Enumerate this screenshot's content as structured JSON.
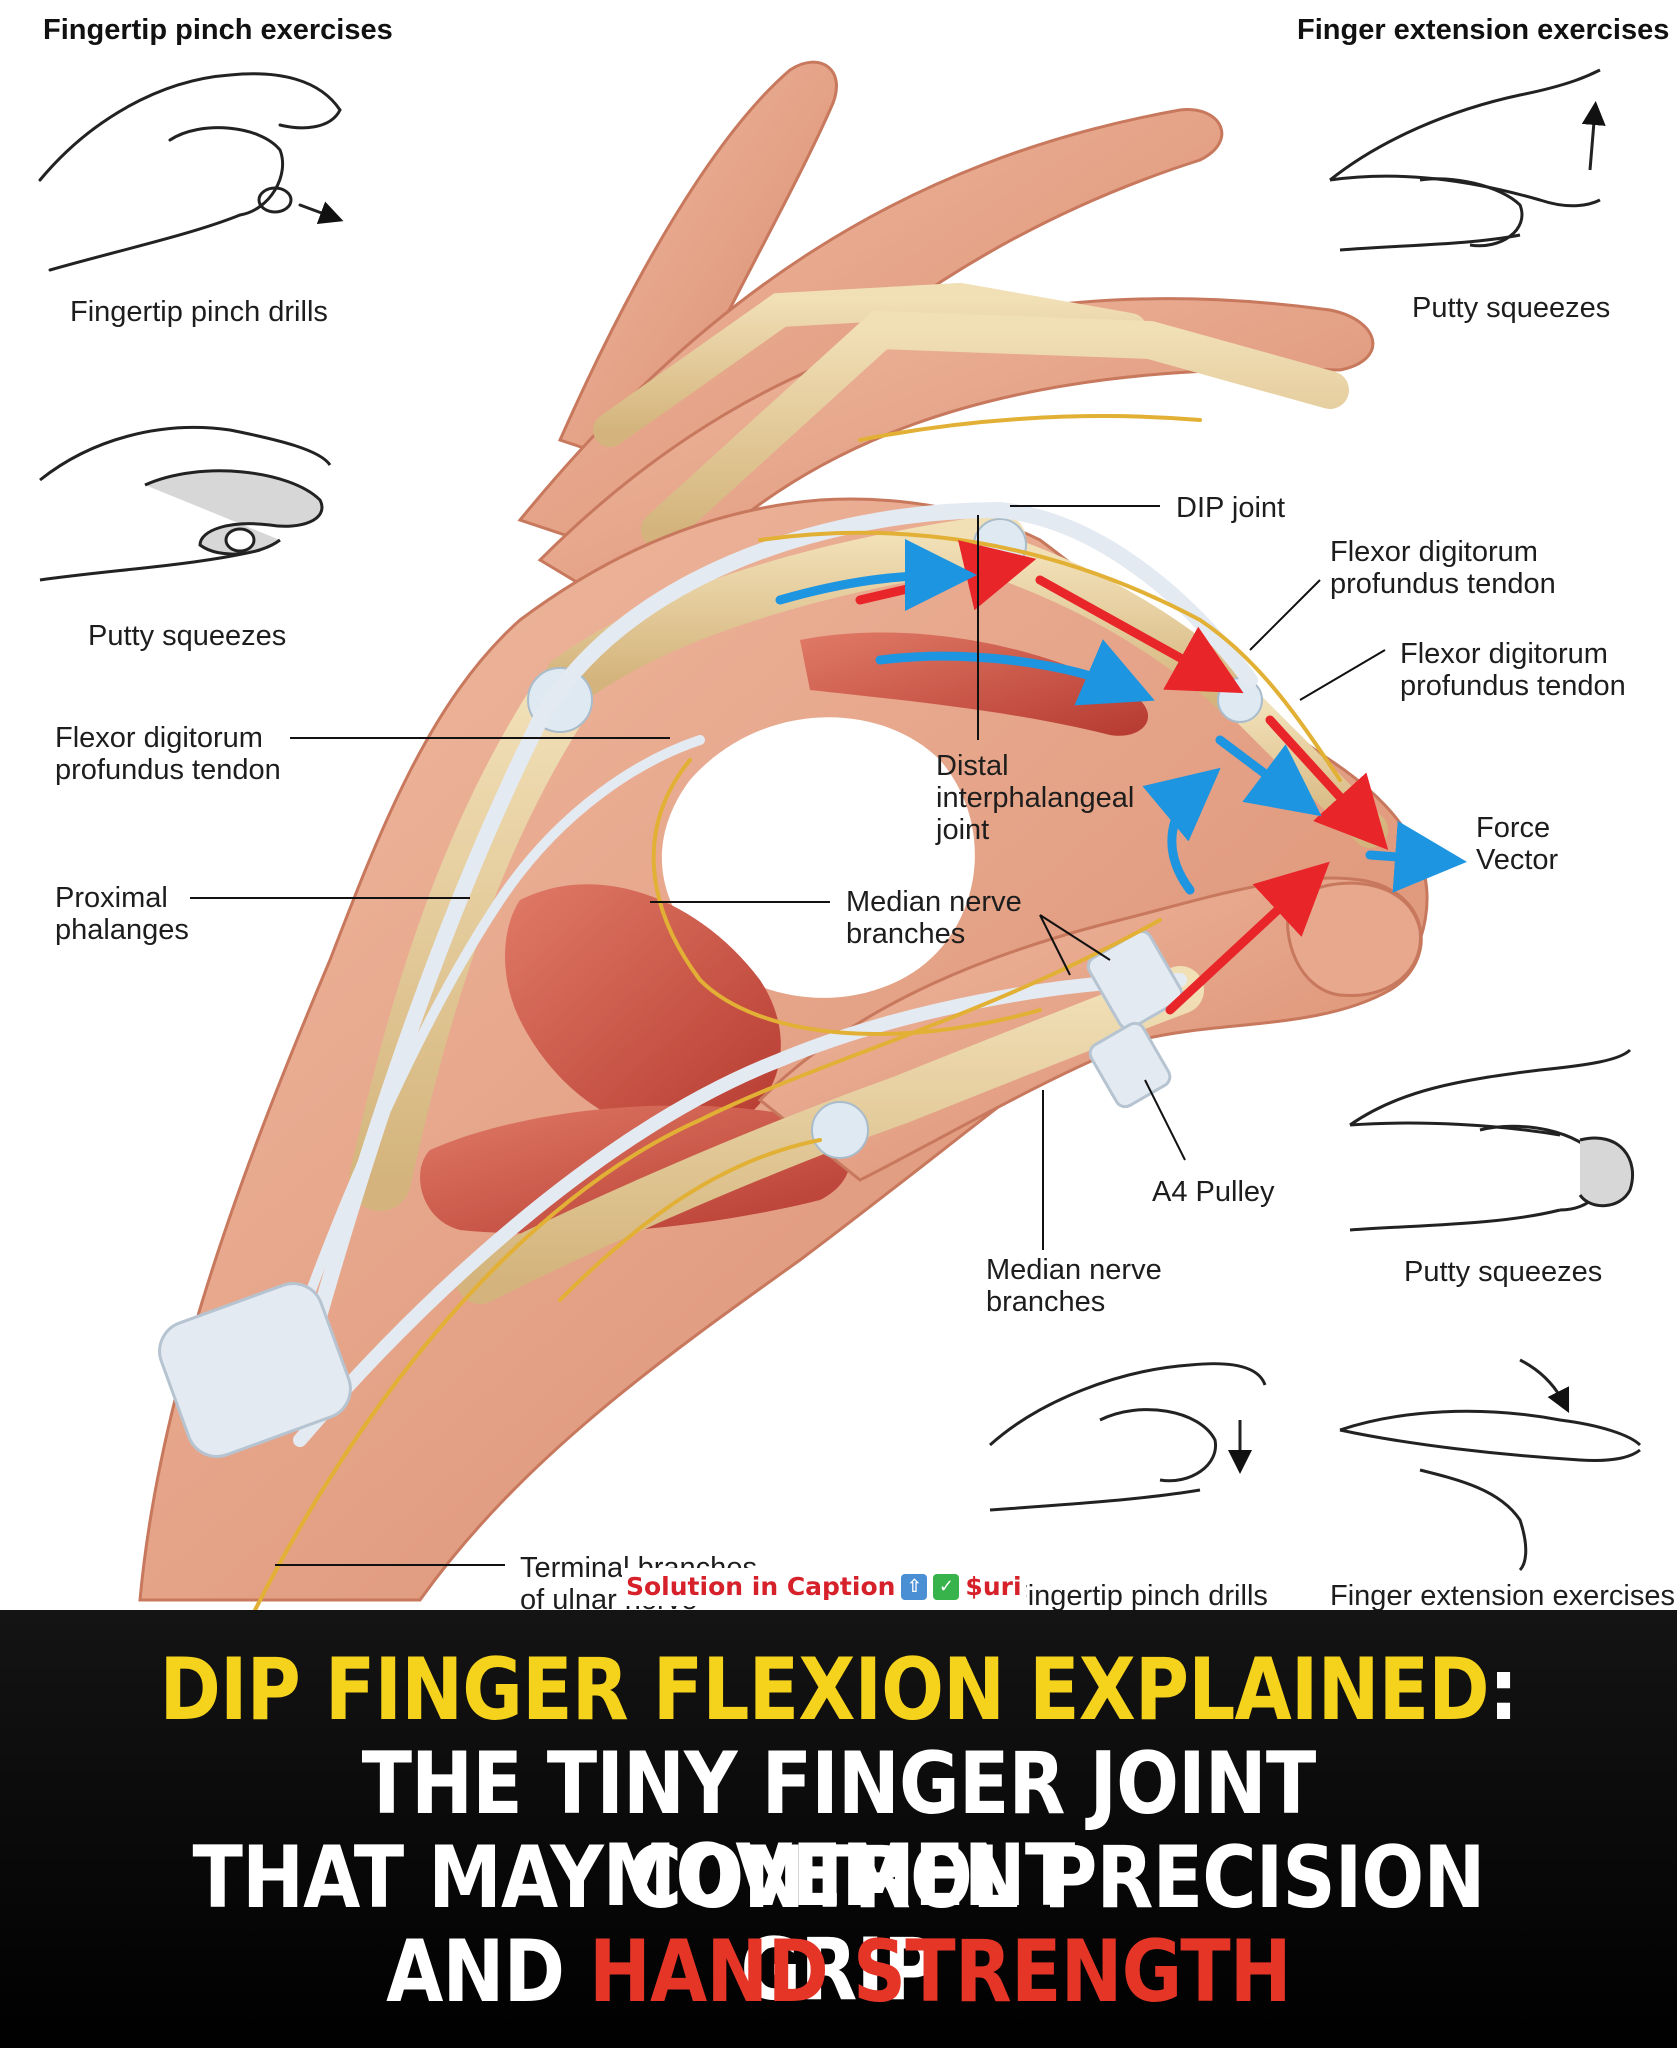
{
  "labels": {
    "fingertip_pinch_exercises": "Fingertip pinch exercises",
    "finger_extension_exercises": "Finger extension exercises",
    "fingertip_pinch_drills": "Fingertip pinch drills",
    "putty_squeezes_top_right": "Putty squeezes",
    "putty_squeezes_left": "Putty squeezes",
    "dip_joint": "DIP joint",
    "fdp_tendon_upper": "Flexor digitorum\nprofundus tendon",
    "fdp_tendon_lower": "Flexor digitorum\nprofundus tendon",
    "fdp_tendon_left": "Flexor digitorum\nprofundus tendon",
    "proximal_phalanges": "Proximal\nphalanges",
    "distal_interphalangeal_joint": "Distal\ninterphalangeal\njoint",
    "force_vector": "Force\nVector",
    "median_nerve_branches_upper": "Median nerve\nbranches",
    "median_nerve_branches_lower": "Median nerve\nbranches",
    "a4_pulley": "A4 Pulley",
    "putty_squeezes_right": "Putty squeezes",
    "terminal_branches": "Terminal branches\nof ulnar nerve",
    "fingertip_pinch_drills_bottom": "Fingertip pinch drills",
    "finger_extension_exercises_bottom": "Finger extension exercises"
  },
  "caption_strip": {
    "text": "Solution in Caption",
    "icons": [
      "up-arrow-icon",
      "check-icon"
    ],
    "suffix": "$uri"
  },
  "headline": {
    "line1_yellow": "DIP FINGER FLEXION EXPLAINED",
    "line1_white": ":",
    "line2": "THE TINY FINGER JOINT MOVEMENT",
    "line3": "THAT MAY CONTROL PRECISION GRIP",
    "line4_white": "AND",
    "line4_red": "HAND STRENGTH"
  },
  "colors": {
    "headline_yellow": "#f5d21c",
    "headline_red": "#e53527",
    "headline_white": "#ffffff",
    "band": "#000000",
    "skin": "#e9a88d",
    "bone": "#e6cf9f",
    "muscle": "#c94b3d",
    "tendon": "#dfe6ee",
    "nerve": "#e2b035",
    "arrow_red": "#e8262a",
    "arrow_blue": "#1e95e0"
  }
}
